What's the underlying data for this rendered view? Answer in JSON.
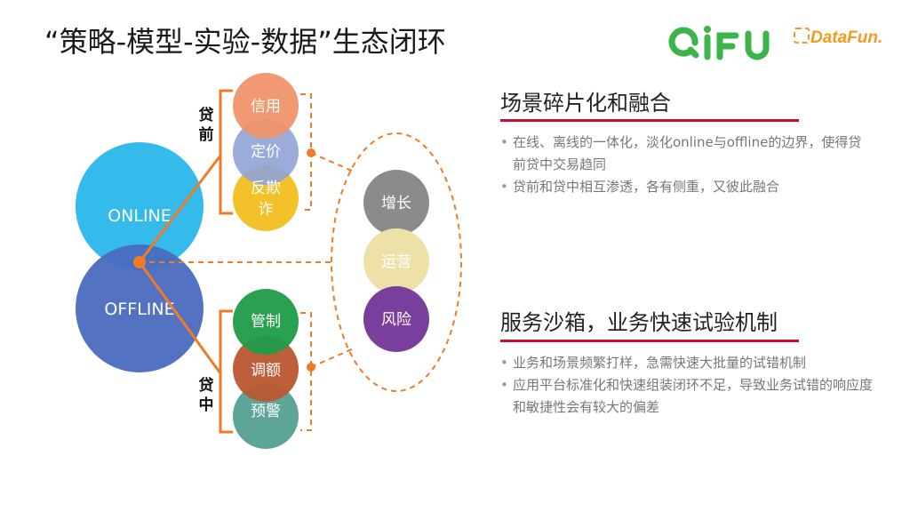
{
  "title": "“策略-模型-实验-数据”生态闭环",
  "logos": {
    "qifu": "QIFU",
    "datafun": "DataFun."
  },
  "diagram": {
    "online": "ONLINE",
    "offline": "OFFLINE",
    "phase_pre": "贷前",
    "phase_mid": "贷中",
    "pre_items": [
      "信用",
      "定价",
      "反欺诈"
    ],
    "mid_items": [
      "管制",
      "调额",
      "预警"
    ],
    "goals": [
      "增长",
      "运营",
      "风险"
    ],
    "colors": {
      "online": "#29b6ea",
      "offline": "#4a6cbf",
      "credit": "#ef946a",
      "pricing": "#8fa3d6",
      "fraud": "#f2be1d",
      "control": "#1f9b48",
      "limit": "#b9562f",
      "warning": "#4a9b8c",
      "growth": "#8b8b8b",
      "operation": "#ede1a8",
      "risk": "#7a3f9d",
      "connector": "#f07b24"
    }
  },
  "sections": [
    {
      "heading": "场景碎片化和融合",
      "bullets": [
        "在线、离线的一体化，淡化online与offline的边界，使得贷前贷中交易趋同",
        "贷前和贷中相互渗透，各有侧重，又彼此融合"
      ]
    },
    {
      "heading": "服务沙箱，业务快速试验机制",
      "bullets": [
        "业务和场景频繁打样，急需快速大批量的试错机制",
        "应用平台标准化和快速组装闭环不足，导致业务试错的响应度和敏捷性会有较大的偏差"
      ]
    }
  ]
}
